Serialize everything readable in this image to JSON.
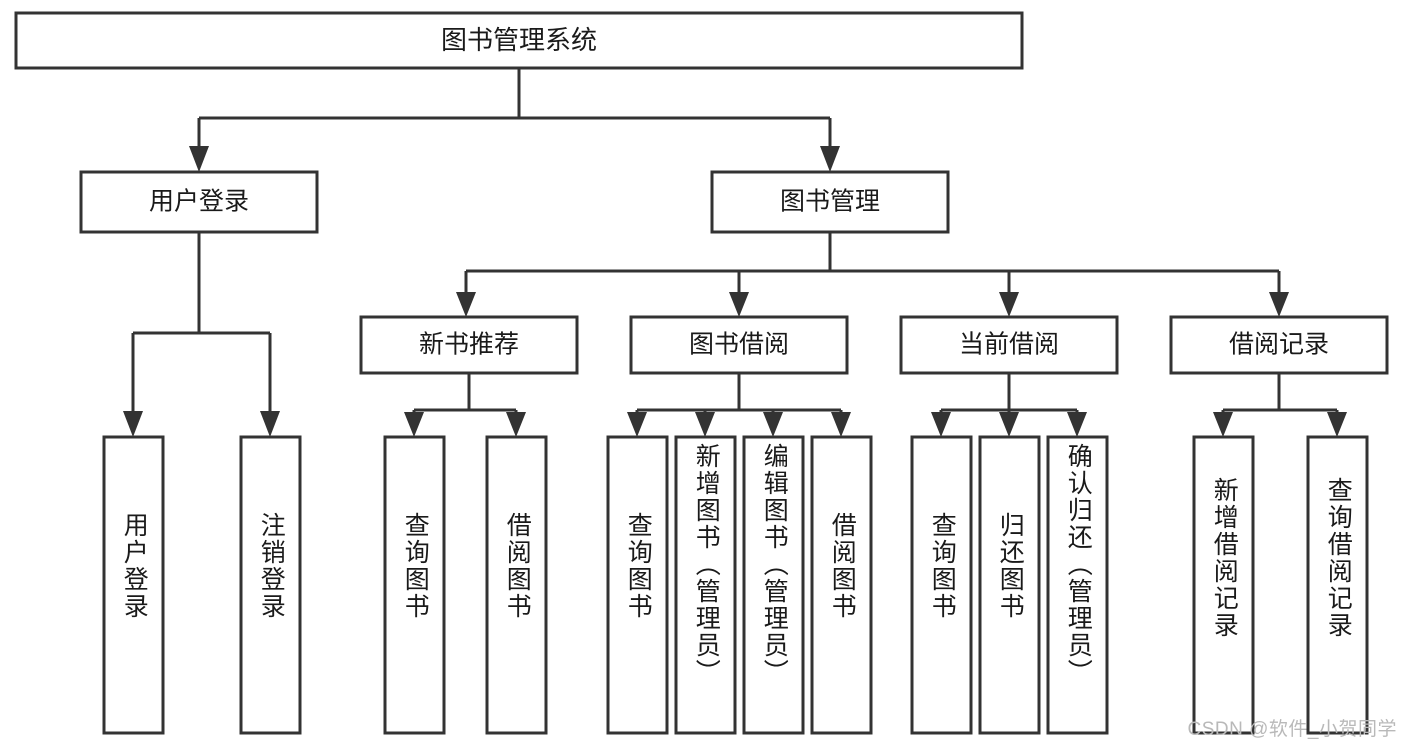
{
  "diagram": {
    "type": "hierarchy-tree",
    "title": "图书管理系统",
    "watermark": "CSDN @软件_小贺同学",
    "colors": {
      "stroke": "#333333",
      "box_fill": "#ffffff",
      "text": "#1a1a1a",
      "background": "#ffffff",
      "watermark": "#b9b9b9"
    },
    "levels": {
      "root": {
        "label": "图书管理系统"
      },
      "level2": [
        {
          "label": "用户登录"
        },
        {
          "label": "图书管理"
        }
      ],
      "level3": [
        {
          "label": "新书推荐"
        },
        {
          "label": "图书借阅"
        },
        {
          "label": "当前借阅"
        },
        {
          "label": "借阅记录"
        }
      ],
      "leaves": {
        "user_login": [
          {
            "label": "用户登录"
          },
          {
            "label": "注销登录"
          }
        ],
        "new_book_recommend": [
          {
            "label": "查询图书"
          },
          {
            "label": "借阅图书"
          }
        ],
        "book_borrow": [
          {
            "label": "查询图书"
          },
          {
            "label": "新增图书（管理员）"
          },
          {
            "label": "编辑图书（管理员）"
          },
          {
            "label": "借阅图书"
          }
        ],
        "current_borrow": [
          {
            "label": "查询图书"
          },
          {
            "label": "归还图书"
          },
          {
            "label": "确认归还（管理员）"
          }
        ],
        "borrow_record": [
          {
            "label": "新增借阅记录"
          },
          {
            "label": "查询借阅记录"
          }
        ]
      }
    }
  }
}
